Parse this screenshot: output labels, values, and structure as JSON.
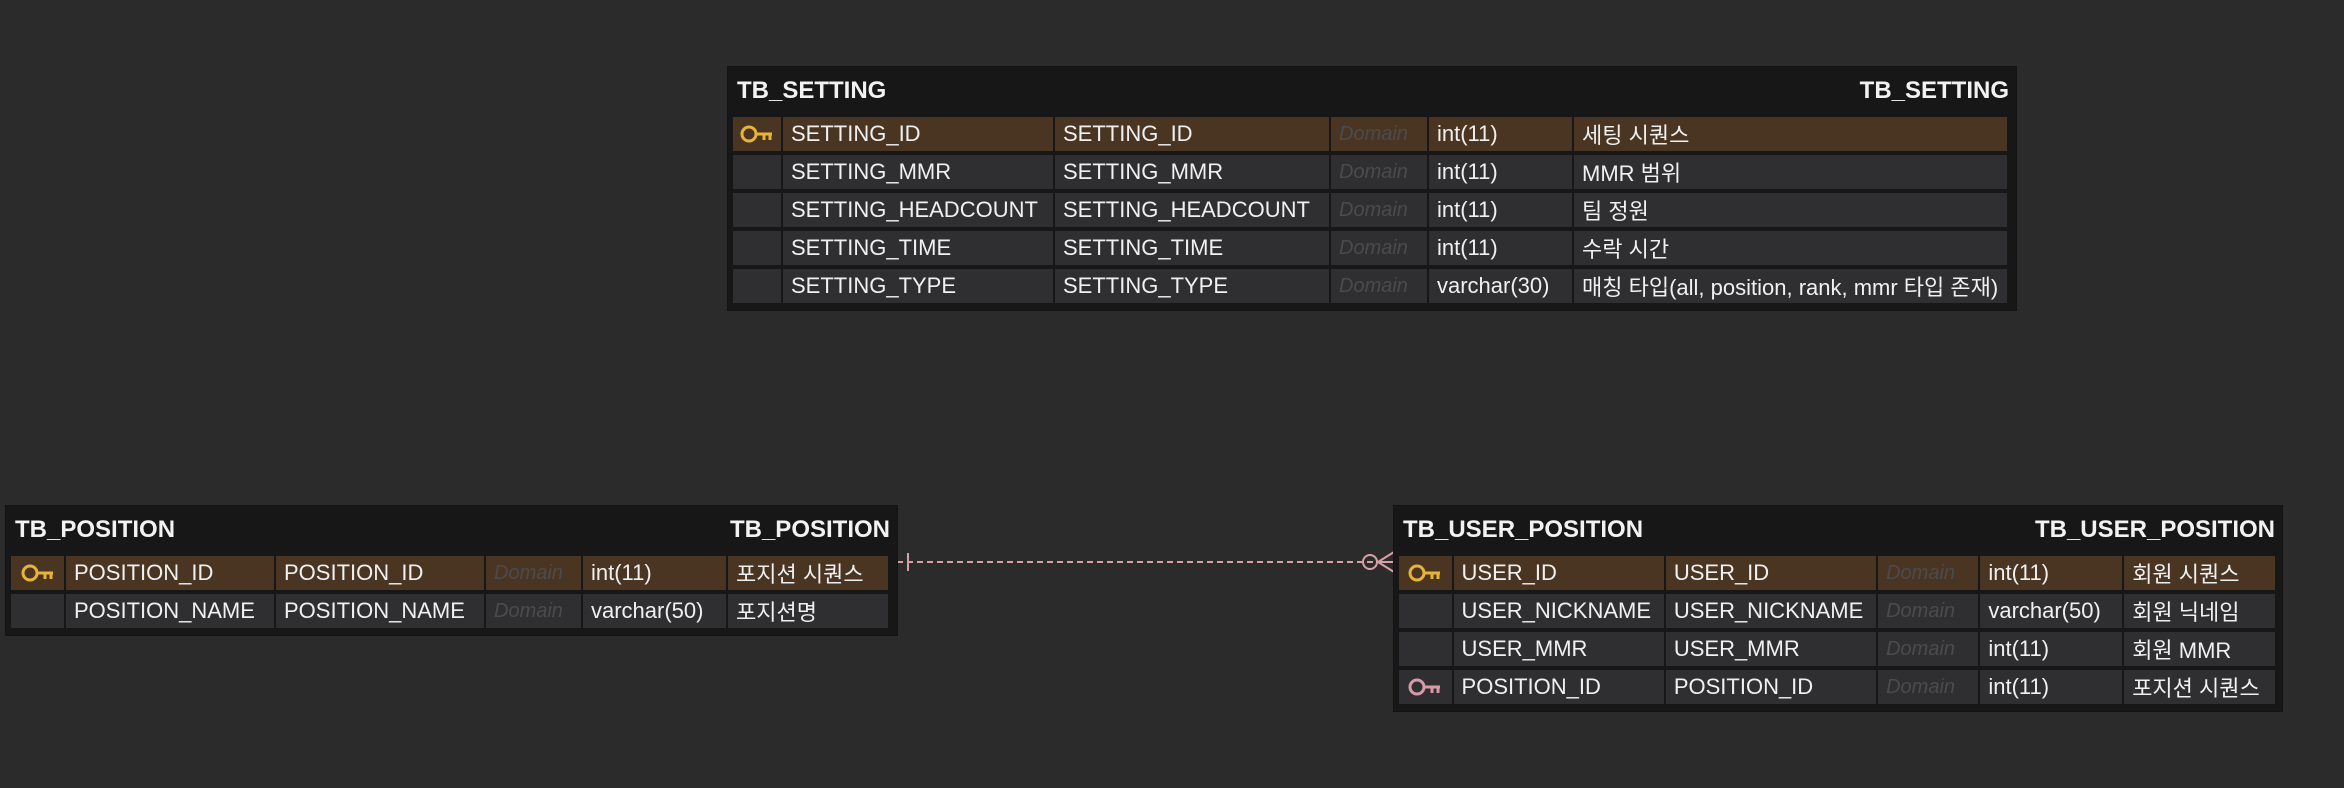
{
  "colors": {
    "background": "#2b2b2c",
    "table_body": "#171717",
    "row": "#2f2f31",
    "pk_row": "#4a3522",
    "pk_key": "#e8b437",
    "fk_key": "#d99aa8",
    "relation_line": "#d9a0a8"
  },
  "tables": [
    {
      "title_left": "TB_SETTING",
      "title_right": "TB_SETTING",
      "rows": [
        {
          "key": "pk",
          "key_icon": "primary-key-icon",
          "physical": "SETTING_ID",
          "logical": "SETTING_ID",
          "domain": "Domain",
          "type": "int(11)",
          "comment": "세팅 시퀀스"
        },
        {
          "key": "",
          "key_icon": "",
          "physical": "SETTING_MMR",
          "logical": "SETTING_MMR",
          "domain": "Domain",
          "type": "int(11)",
          "comment": "MMR 범위"
        },
        {
          "key": "",
          "key_icon": "",
          "physical": "SETTING_HEADCOUNT",
          "logical": "SETTING_HEADCOUNT",
          "domain": "Domain",
          "type": "int(11)",
          "comment": "팀 정원"
        },
        {
          "key": "",
          "key_icon": "",
          "physical": "SETTING_TIME",
          "logical": "SETTING_TIME",
          "domain": "Domain",
          "type": "int(11)",
          "comment": "수락 시간"
        },
        {
          "key": "",
          "key_icon": "",
          "physical": "SETTING_TYPE",
          "logical": "SETTING_TYPE",
          "domain": "Domain",
          "type": "varchar(30)",
          "comment": "매칭 타입(all, position, rank, mmr 타입 존재)"
        }
      ]
    },
    {
      "title_left": "TB_POSITION",
      "title_right": "TB_POSITION",
      "rows": [
        {
          "key": "pk",
          "key_icon": "primary-key-icon",
          "physical": "POSITION_ID",
          "logical": "POSITION_ID",
          "domain": "Domain",
          "type": "int(11)",
          "comment": "포지션 시퀀스"
        },
        {
          "key": "",
          "key_icon": "",
          "physical": "POSITION_NAME",
          "logical": "POSITION_NAME",
          "domain": "Domain",
          "type": "varchar(50)",
          "comment": "포지션명"
        }
      ]
    },
    {
      "title_left": "TB_USER_POSITION",
      "title_right": "TB_USER_POSITION",
      "rows": [
        {
          "key": "pk",
          "key_icon": "primary-key-icon",
          "physical": "USER_ID",
          "logical": "USER_ID",
          "domain": "Domain",
          "type": "int(11)",
          "comment": "회원 시퀀스"
        },
        {
          "key": "",
          "key_icon": "",
          "physical": "USER_NICKNAME",
          "logical": "USER_NICKNAME",
          "domain": "Domain",
          "type": "varchar(50)",
          "comment": "회원 닉네임"
        },
        {
          "key": "",
          "key_icon": "",
          "physical": "USER_MMR",
          "logical": "USER_MMR",
          "domain": "Domain",
          "type": "int(11)",
          "comment": "회원 MMR"
        },
        {
          "key": "fk",
          "key_icon": "foreign-key-icon",
          "physical": "POSITION_ID",
          "logical": "POSITION_ID",
          "domain": "Domain",
          "type": "int(11)",
          "comment": "포지션 시퀀스"
        }
      ]
    }
  ],
  "relationships": [
    {
      "from": "TB_POSITION",
      "to": "TB_USER_POSITION",
      "from_end": "one",
      "to_end": "zero-or-many",
      "style": "dashed"
    }
  ]
}
